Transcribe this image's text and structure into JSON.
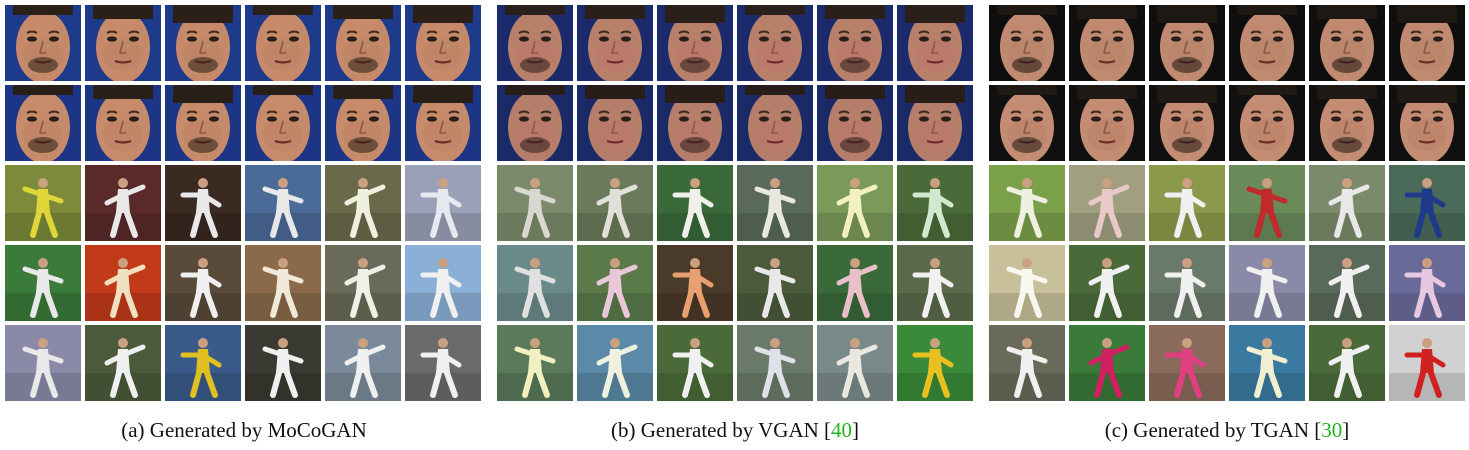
{
  "panels": [
    {
      "caption_prefix": "(a) Generated by MoCoGAN",
      "caption_ref": "",
      "caption_suffix": "",
      "rows": [
        {
          "kind": "face",
          "bg": "#1e3a8a",
          "skin": "#c68a6a",
          "hair": "#2b2018",
          "tint": "#b07a5e"
        },
        {
          "kind": "face",
          "bg": "#1c3584",
          "skin": "#c58b6b",
          "hair": "#2a1f18",
          "tint": "#b87f60"
        },
        {
          "kind": "taichi",
          "scene": [
            "#7c8a3a",
            "#5a2a2a",
            "#3a2a22",
            "#4a6a98",
            "#6a6a4a",
            "#9aa0b8"
          ],
          "figure": [
            "#e0d63a",
            "#e8e8e8",
            "#e8e8e8",
            "#e8e8e8",
            "#f0f0e0",
            "#e8e8f0"
          ]
        },
        {
          "kind": "taichi",
          "scene": [
            "#3a7a3a",
            "#c23a1a",
            "#5a4a3a",
            "#8a6a4a",
            "#6a6a58",
            "#8ab0d8"
          ],
          "figure": [
            "#e8e8e8",
            "#f0e0c0",
            "#f0f0f0",
            "#f0e8d8",
            "#f0f0e8",
            "#f0f0f0"
          ]
        },
        {
          "kind": "taichi",
          "scene": [
            "#8a8aa8",
            "#4a5a3a",
            "#3a5a8a",
            "#3a3a32",
            "#7a8a9a",
            "#6a6a6a"
          ],
          "figure": [
            "#e8e8e8",
            "#f0f0f0",
            "#e0c020",
            "#f0f0f0",
            "#f0f0f0",
            "#f0f0f0"
          ]
        }
      ]
    },
    {
      "caption_prefix": "(b) Generated by VGAN [",
      "caption_ref": "40",
      "caption_suffix": "]",
      "rows": [
        {
          "kind": "face",
          "bg": "#1a2a6a",
          "skin": "#b8806a",
          "hair": "#2a1f1a",
          "tint": "#c0706a"
        },
        {
          "kind": "face",
          "bg": "#1a2a66",
          "skin": "#b47e6a",
          "hair": "#281d18",
          "tint": "#c4726c"
        },
        {
          "kind": "taichi",
          "scene": [
            "#7a8a6a",
            "#6a7a5a",
            "#3a6a3a",
            "#5a6a5a",
            "#7a9a5a",
            "#4a6a3a"
          ],
          "figure": [
            "#d8d8d0",
            "#e0e0d8",
            "#f0f0e8",
            "#e8e8e0",
            "#f0f0c0",
            "#d0e8d0"
          ]
        },
        {
          "kind": "taichi",
          "scene": [
            "#6a8a8a",
            "#5a7a4a",
            "#4a3a2a",
            "#4a5a3a",
            "#3a6a3a",
            "#5a6a4a"
          ],
          "figure": [
            "#e0e0e0",
            "#e8c8d8",
            "#e8a070",
            "#e8e8e8",
            "#e8c0c8",
            "#f0f0f0"
          ]
        },
        {
          "kind": "taichi",
          "scene": [
            "#5a7a5a",
            "#5a8aa8",
            "#4a6a3a",
            "#6a7a6a",
            "#7a8a8a",
            "#3a8a3a"
          ],
          "figure": [
            "#f0f0c0",
            "#f0f0e0",
            "#f0f0f0",
            "#e0e0e8",
            "#e8e8e0",
            "#e8c020"
          ]
        }
      ]
    },
    {
      "caption_prefix": "(c) Generated by TGAN [",
      "caption_ref": "30",
      "caption_suffix": "]",
      "rows": [
        {
          "kind": "face",
          "bg": "#0e0e0e",
          "skin": "#c08a70",
          "hair": "#1e1814",
          "tint": "#b07a60"
        },
        {
          "kind": "face",
          "bg": "#101010",
          "skin": "#c48c72",
          "hair": "#201a16",
          "tint": "#b27c62"
        },
        {
          "kind": "taichi",
          "scene": [
            "#7aa04a",
            "#a0a080",
            "#8a9a4a",
            "#6a8a5a",
            "#7a8a6a",
            "#4a6a5a"
          ],
          "figure": [
            "#f0f0e0",
            "#e8c8c8",
            "#f0f0f0",
            "#c02a2a",
            "#e8e8e8",
            "#203a8a"
          ]
        },
        {
          "kind": "taichi",
          "scene": [
            "#c8c09a",
            "#4a6a3a",
            "#6a7a6a",
            "#8a8aa8",
            "#5a6a5a",
            "#6a6a9a"
          ],
          "figure": [
            "#f8f8f0",
            "#f0f0f0",
            "#f0f0f0",
            "#f0f0f0",
            "#f0f0f0",
            "#e8c8e0"
          ]
        },
        {
          "kind": "taichi",
          "scene": [
            "#6a6a5a",
            "#3a7a3a",
            "#8a6a5a",
            "#3a7aa0",
            "#4a6a3a",
            "#d0d0d0"
          ],
          "figure": [
            "#f0f0f0",
            "#d02060",
            "#e04080",
            "#f0f0d0",
            "#f0f0f0",
            "#d02020"
          ]
        }
      ]
    }
  ]
}
